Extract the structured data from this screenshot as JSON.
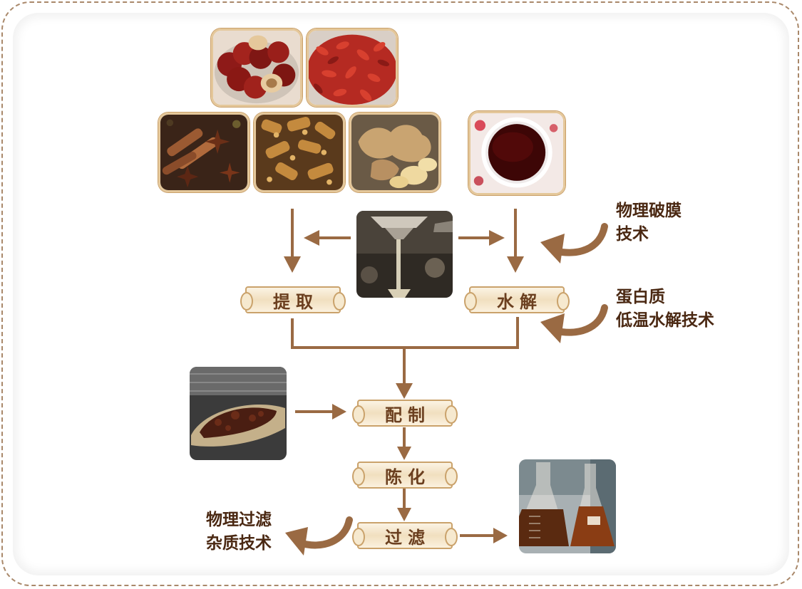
{
  "steps": {
    "extract": "提取",
    "hydrolysis": "水解",
    "formulate": "配制",
    "aging": "陈化",
    "filter": "过滤"
  },
  "notes": {
    "membrane": [
      "物理破膜",
      "技术"
    ],
    "protein": [
      "蛋白质",
      "低温水解技术"
    ],
    "filter": [
      "物理过滤",
      "杂质技术"
    ]
  },
  "images": {
    "jujube": "red-dates-photo",
    "goji": "goji-berries-photo",
    "spices": "cinnamon-star-anise-photo",
    "herb": "dried-herb-root-photo",
    "ginger": "ginger-photo",
    "juice": "dark-red-liquid-bowl-photo",
    "pour": "pouring-liquid-photo",
    "paste": "brown-sugar-paste-photo",
    "flasks": "filtered-liquid-flasks-photo"
  },
  "colors": {
    "arrow": "#9a6a43",
    "text": "#4a2812",
    "step_border": "#caa26b"
  }
}
